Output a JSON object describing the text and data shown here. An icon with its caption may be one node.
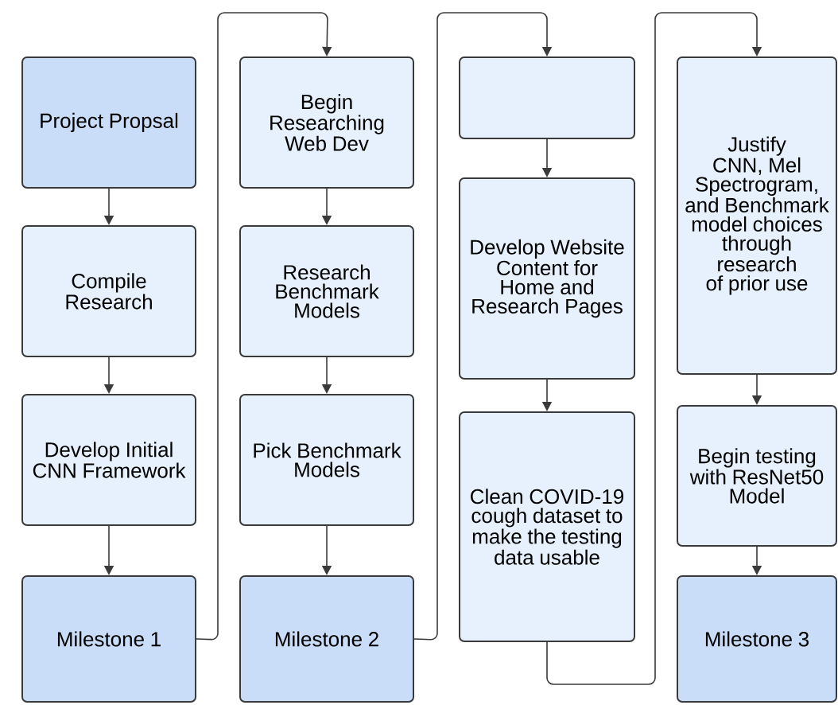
{
  "diagram": {
    "nodes": [
      {
        "text": [
          "Project Propsal"
        ]
      },
      {
        "text": [
          "Compile Research"
        ]
      },
      {
        "text": [
          "Develop Initial CNN Framework"
        ]
      },
      {
        "text": [
          "Milestone 1"
        ]
      },
      {
        "text": [
          "Begin Researching Web Dev"
        ]
      },
      {
        "text": [
          "Research Benchmark Models"
        ]
      },
      {
        "text": [
          "Pick Benchmark Models"
        ]
      },
      {
        "text": [
          "Milestone 2"
        ]
      },
      {
        "text": [],
        "shape": "box"
      },
      {
        "text": [
          "Develop Website Content for Home and Research Pages"
        ]
      },
      {
        "text": [
          "Clean COVID-19 cough dataset to make the testing data usable"
        ]
      },
      {
        "text": [
          "Justify CNN, Mel Spectrogram, and Benchmark model choices through research of prior use"
        ]
      },
      {
        "text": [
          "Begin testing with ResNet50 Model"
        ]
      },
      {
        "text": [
          "Milestone 3"
        ]
      }
    ],
    "edges": [
      {
        "from": 0,
        "to": 1,
        "arrow": "to"
      },
      {
        "from": 1,
        "to": 2,
        "arrow": "to"
      },
      {
        "from": 2,
        "to": 3,
        "arrow": "to"
      },
      {
        "from": 3,
        "to": 4,
        "arrow": "to"
      },
      {
        "from": 4,
        "to": 5,
        "arrow": "to"
      },
      {
        "from": 5,
        "to": 6,
        "arrow": "to"
      },
      {
        "from": 6,
        "to": 7,
        "arrow": "to"
      },
      {
        "from": 7,
        "to": 8,
        "arrow": "to"
      },
      {
        "from": 8,
        "to": 9,
        "arrow": "to"
      },
      {
        "from": 9,
        "to": 10,
        "arrow": "to"
      },
      {
        "from": 10,
        "to": 11,
        "arrow": "to"
      },
      {
        "from": 11,
        "to": 12,
        "arrow": "to"
      },
      {
        "from": 12,
        "to": 13,
        "arrow": "to"
      }
    ]
  }
}
